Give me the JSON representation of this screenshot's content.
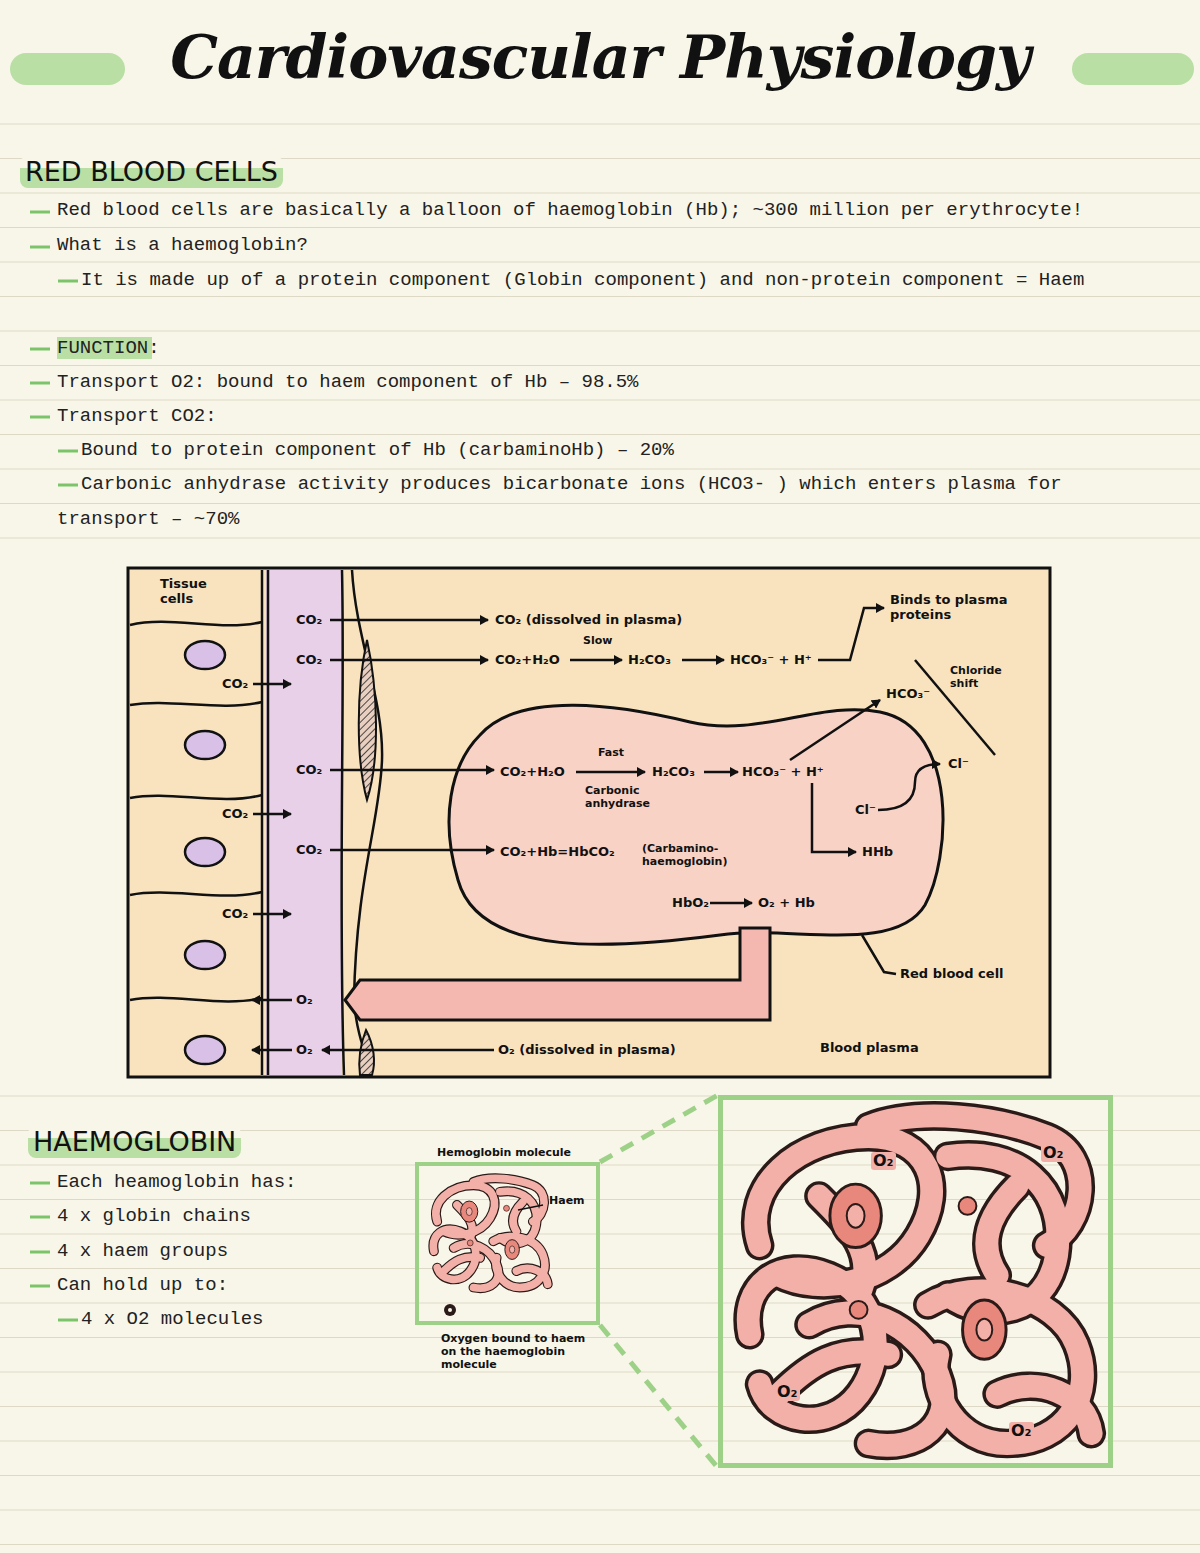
{
  "diagram": {
    "title": "Cardiovascular Physiology",
    "nodes": [
      {
        "text": [
          "Hemoglobin molecule",
          "Haem",
          "Oxygen bound to haem on the haemoglobin molecule"
        ]
      },
      {
        "text": [
          "O₂",
          "O₂",
          "O₂",
          "O₂"
        ]
      }
    ],
    "edges": [
      {
        "from": 0,
        "to": 1,
        "arrow": "none"
      },
      {
        "from": 0,
        "to": 1,
        "arrow": "none"
      }
    ],
    "labels": [
      "RED BLOOD CELLS",
      "Red blood cells are basically a balloon of haemoglobin (Hb); ~300 million per erythrocyte!",
      "What is a haemoglobin?",
      "It is made up of a protein component (Globin component) and non-protein component = Haem",
      "FUNCTION:",
      "Transport O2: bound to haem component of Hb – 98.5%",
      "Transport CO2:",
      "Bound to protein component of Hb (carbaminoHb) – 20%",
      "Carbonic anhydrase activity produces bicarbonate ions (HCO3- ) which enters plasma for transport – ~70%",
      "Tissue cells",
      "CO₂",
      "CO₂ (dissolved in plasma)",
      "CO₂",
      "CO₂+H₂O",
      "Slow",
      "H₂CO₃",
      "HCO₃⁻ + H⁺",
      "Binds to plasma proteins",
      "Chloride shift",
      "CO₂",
      "HCO₃⁻",
      "CO₂",
      "CO₂+H₂O",
      "Fast",
      "H₂CO₃",
      "HCO₃⁻ + H⁺",
      "Cl⁻",
      "Carbonic anhydrase",
      "Cl⁻",
      "CO₂",
      "CO₂",
      "CO₂+Hb=HbCO₂",
      "(Carbamino-haemoglobin)",
      "HHb",
      "HbO₂",
      "O₂ + Hb",
      "CO₂",
      "Red blood cell",
      "O₂",
      "O₂ (dissolved in plasma)",
      "O₂",
      "Blood plasma",
      "HAEMOGLOBIN",
      "Each heamoglobin has:",
      "4 x globin chains",
      "4 x haem groups",
      "Can hold up to:",
      "4 x O2 molecules"
    ]
  }
}
